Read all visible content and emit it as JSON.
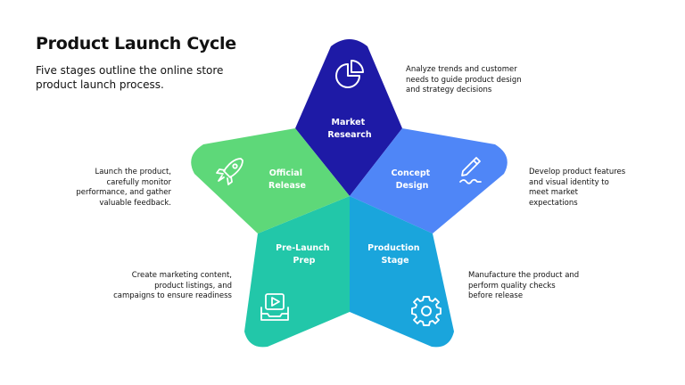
{
  "header": {
    "title": "Product Launch Cycle",
    "subtitle": "Five stages outline the online store product launch process."
  },
  "stages": [
    {
      "label_lines": [
        "Market",
        "Research"
      ],
      "icon": "pie-chart-icon",
      "color": "#1e1aa6",
      "description": "Analyze trends and customer needs to guide product design and strategy decisions"
    },
    {
      "label_lines": [
        "Concept",
        "Design"
      ],
      "icon": "pen-icon",
      "color": "#4f86f7",
      "description": "Develop product features and visual identity to meet market expectations"
    },
    {
      "label_lines": [
        "Production",
        "Stage"
      ],
      "icon": "gear-icon",
      "color": "#1aa5dc",
      "description": "Manufacture the product and perform quality checks before release"
    },
    {
      "label_lines": [
        "Pre-Launch",
        "Prep"
      ],
      "icon": "video-tray-icon",
      "color": "#22c7a9",
      "description": "Create marketing content, product listings, and campaigns to ensure readiness"
    },
    {
      "label_lines": [
        "Official",
        "Release"
      ],
      "icon": "rocket-icon",
      "color": "#5ed879",
      "description": "Launch the product, carefully monitor performance, and gather valuable feedback."
    }
  ]
}
